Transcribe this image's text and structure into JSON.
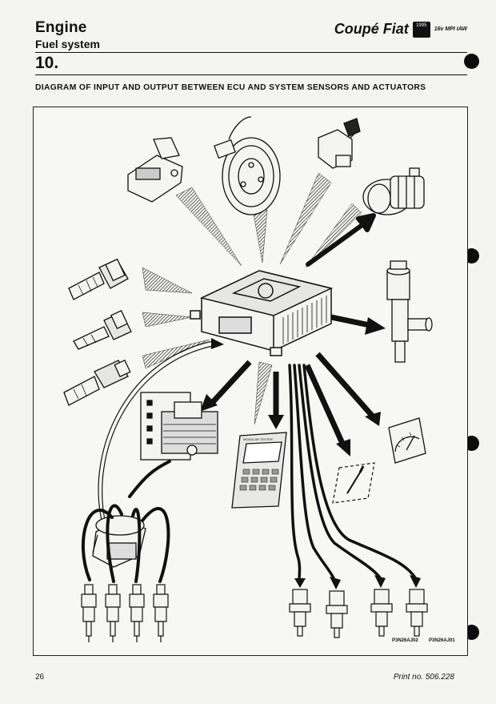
{
  "header": {
    "section": "Engine",
    "subsection": "Fuel system",
    "brand": "Coupé Fiat",
    "brand_badge": "1995",
    "model": "16v MPI IAW",
    "chapter": "10."
  },
  "title": "DIAGRAM OF INPUT AND OUTPUT BETWEEN ECU AND SYSTEM SENSORS AND ACTUATORS",
  "diagram": {
    "tester_label": "MODULAR TESTER",
    "code_left": "P3N26AJ02",
    "code_right": "P3N26AJ01"
  },
  "footer": {
    "page": "26",
    "print_no": "Print no. 506.228"
  },
  "colors": {
    "ink": "#111111",
    "paper": "#f4f4f1"
  }
}
